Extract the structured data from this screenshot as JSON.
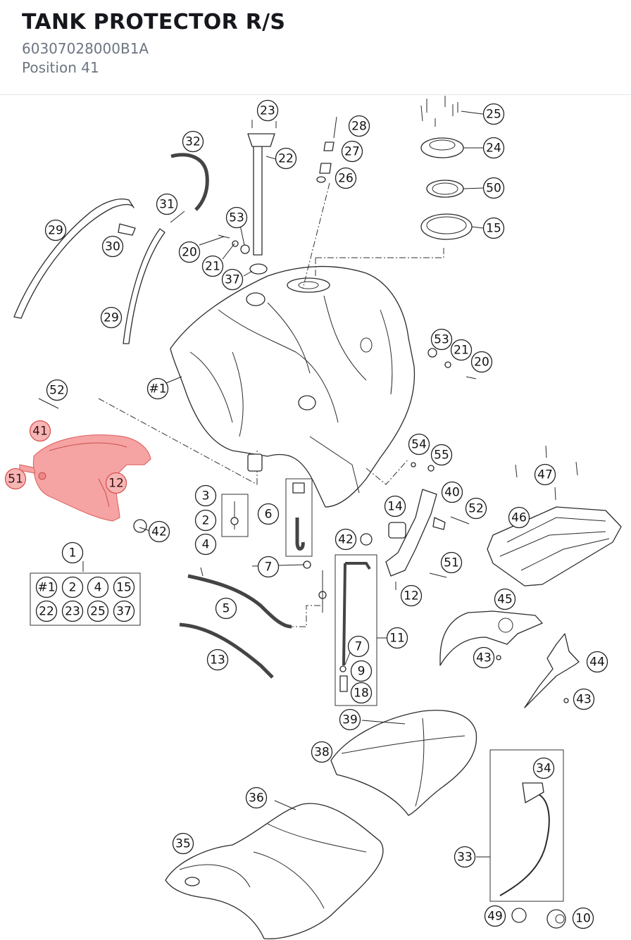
{
  "header": {
    "title": "TANK PROTECTOR R/S",
    "part_number": "60307028000B1A",
    "position": "Position 41"
  },
  "colors": {
    "highlight": "#f6a3a3",
    "line": "#2a2a2a",
    "title": "#16181d",
    "subtitle": "#6c7580"
  },
  "labels": {
    "l23a": "23",
    "l22": "22",
    "l28": "28",
    "l27": "27",
    "l26": "26",
    "l25": "25",
    "l24": "24",
    "l50": "50",
    "l15": "15",
    "l32": "32",
    "l31": "31",
    "l29a": "29",
    "l30": "30",
    "l29b": "29",
    "l53a": "53",
    "l20a": "20",
    "l21a": "21",
    "l37a": "37",
    "l53b": "53",
    "l21b": "21",
    "l20b": "20",
    "l1a": "#1",
    "l52a": "52",
    "l41": "41",
    "l51a": "51",
    "l12a": "12",
    "l42a": "42",
    "l3": "3",
    "l2a": "2",
    "l4a": "4",
    "l6": "6",
    "l54": "54",
    "l55": "55",
    "l40": "40",
    "l47": "47",
    "l14": "14",
    "l52b": "52",
    "l46": "46",
    "l42b": "42",
    "l51b": "51",
    "l12b": "12",
    "l1": "1",
    "l7a": "7",
    "l11": "11",
    "l5": "5",
    "l13": "13",
    "l7b": "7",
    "l9": "9",
    "l18": "18",
    "l45": "45",
    "l43a": "43",
    "l44": "44",
    "l43b": "43",
    "l39": "39",
    "l38": "38",
    "l34": "34",
    "l36": "36",
    "l35": "35",
    "l33": "33",
    "l49": "49",
    "l10": "10"
  },
  "kit_box": [
    "#1",
    "2",
    "4",
    "15",
    "22",
    "23",
    "25",
    "37"
  ]
}
